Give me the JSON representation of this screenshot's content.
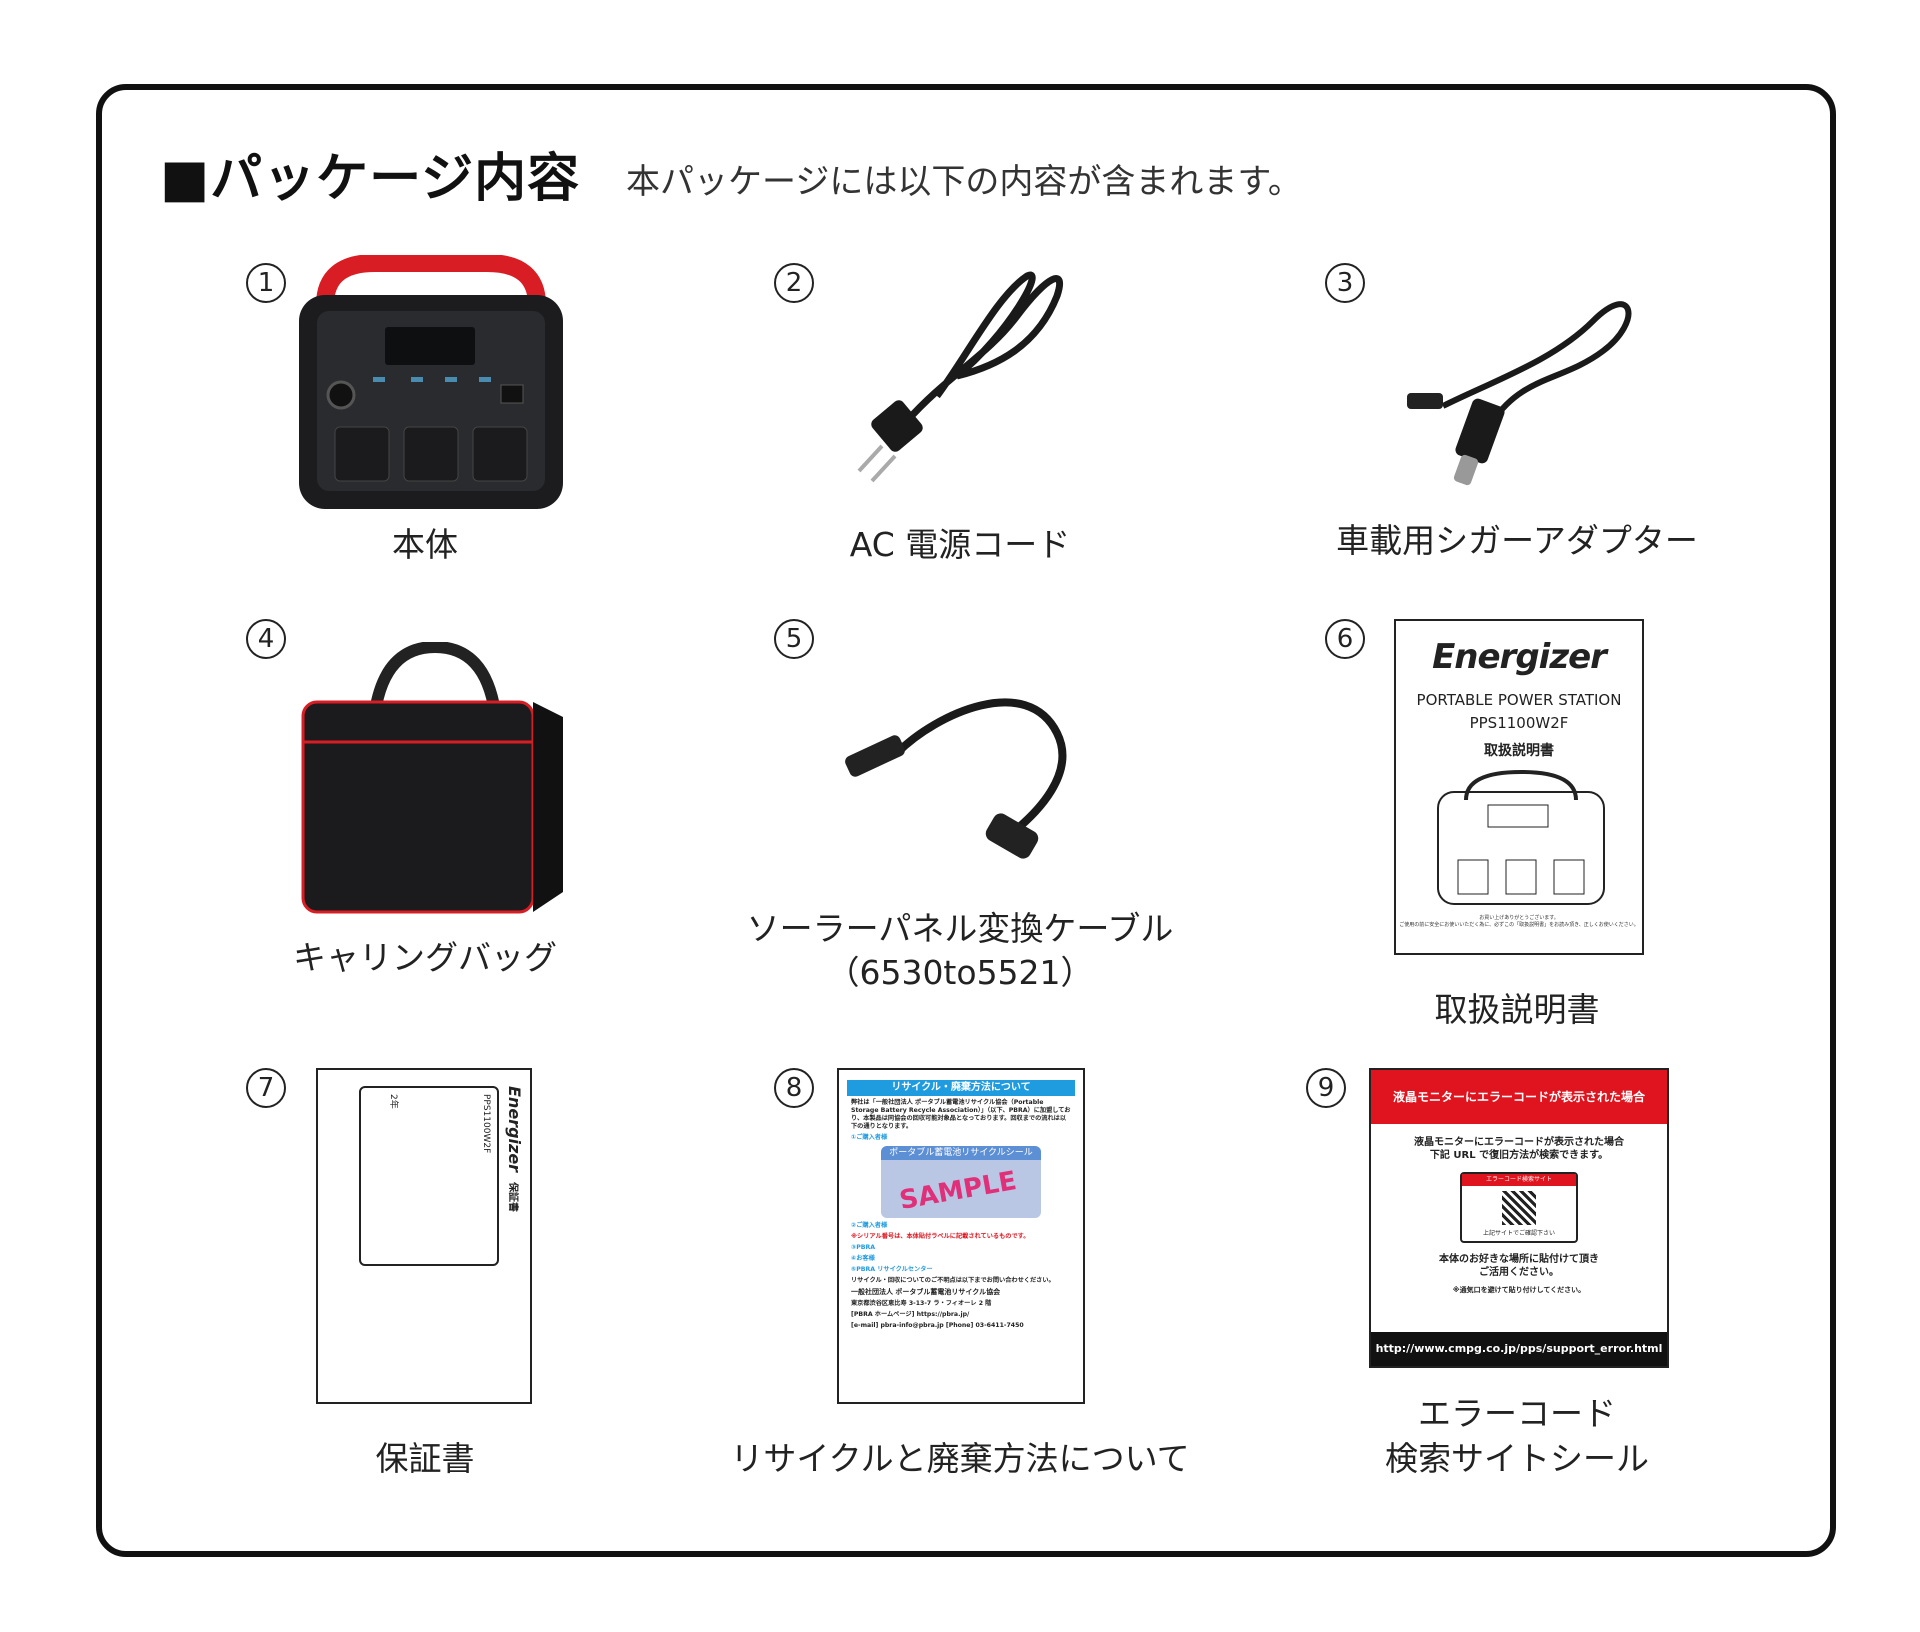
{
  "header": {
    "title": "■パッケージ内容",
    "subtitle": "本パッケージには以下の内容が含まれます。"
  },
  "items": [
    {
      "number": "1",
      "label": "本体",
      "icon": "power-station"
    },
    {
      "number": "2",
      "label": "AC 電源コード",
      "icon": "ac-cord"
    },
    {
      "number": "3",
      "label": "車載用シガーアダプター",
      "icon": "car-adapter"
    },
    {
      "number": "4",
      "label": "キャリングバッグ",
      "icon": "carrying-bag"
    },
    {
      "number": "5",
      "label_line1": "ソーラーパネル変換ケーブル",
      "label_line2": "（6530to5521）",
      "icon": "dc-cable"
    },
    {
      "number": "6",
      "label": "取扱説明書",
      "icon": "manual"
    },
    {
      "number": "7",
      "label": "保証書",
      "icon": "warranty"
    },
    {
      "number": "8",
      "label": "リサイクルと廃棄方法について",
      "icon": "recycle-sheet"
    },
    {
      "number": "9",
      "label_line1": "エラーコード",
      "label_line2": "検索サイトシール",
      "icon": "sticker"
    }
  ],
  "manual": {
    "brand": "Energizer",
    "line1": "PORTABLE POWER STATION",
    "line2": "PPS1100W2F",
    "line3": "取扱説明書",
    "fine1": "お買い上げありがとうございます。",
    "fine2": "ご使用の前に安全にお使いいただく為に、必ずこの「取扱説明書」をお読み頂き、正しくお使いください。"
  },
  "warranty": {
    "brand": "Energizer",
    "title": "保証書",
    "model": "PPS1100W2F",
    "period": "2年"
  },
  "recycle": {
    "header": "リサイクル・廃棄方法について",
    "intro": "弊社は「一般社団法人 ポータブル蓄電池リサイクル協会（Portable Storage Battery Recycle Association）」（以下、PBRA）に加盟しており、本製品は同協会の回収可能対象品となっております。回収までの流れは以下の通りとなります。",
    "step1": "①ご購入者様",
    "seal_title": "ポータブル蓄電池リサイクルシール",
    "sample": "SAMPLE",
    "step2": "②ご購入者様",
    "serial_note": "※シリアル番号は、本体貼付ラベルに記載されているものです。",
    "step3": "③PBRA",
    "step4": "④お客様",
    "step5": "⑤PBRA リサイクルセンター",
    "contact": "リサイクル・回収についてのご不明点は以下までお問い合わせください。",
    "org": "一般社団法人 ポータブル蓄電池リサイクル協会",
    "address": "東京都渋谷区恵比寿 3-13-7 ラ・フィオーレ 2 階",
    "web": "[PBRA ホームページ] https://pbra.jp/",
    "email": "[e-mail] pbra-info@pbra.jp  [Phone] 03-6411-7450"
  },
  "sticker": {
    "header": "液晶モニターにエラーコードが表示された場合",
    "line1": "液晶モニターにエラーコードが表示された場合",
    "line2": "下記 URL で復旧方法が検索できます。",
    "box_title": "エラーコード検索サイト",
    "box_caption": "上記サイトでご確認下さい",
    "line3": "本体のお好きな場所に貼付けて頂き",
    "line4": "ご活用ください。",
    "note": "※通気口を避けて貼り付けしてください。",
    "url": "http://www.cmpg.co.jp/pps/support_error.html"
  },
  "colors": {
    "accent_red": "#e0141e",
    "recycle_blue": "#1f9be0"
  }
}
